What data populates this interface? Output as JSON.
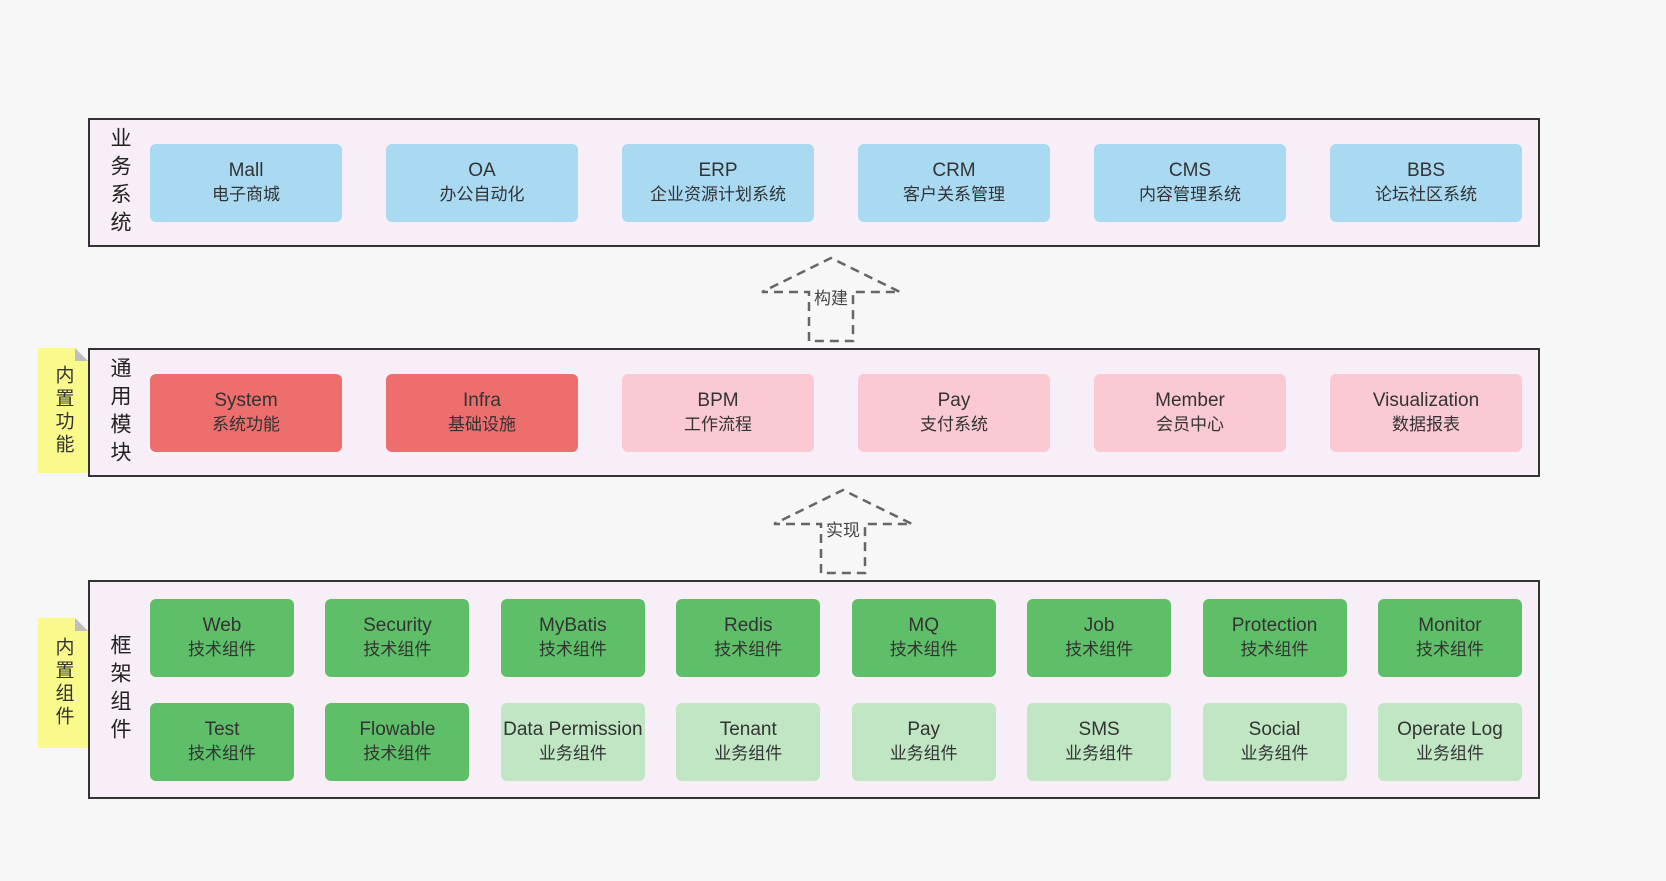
{
  "business": {
    "label": "业务系统",
    "items": [
      {
        "title": "Mall",
        "subtitle": "电子商城"
      },
      {
        "title": "OA",
        "subtitle": "办公自动化"
      },
      {
        "title": "ERP",
        "subtitle": "企业资源计划系统"
      },
      {
        "title": "CRM",
        "subtitle": "客户关系管理"
      },
      {
        "title": "CMS",
        "subtitle": "内容管理系统"
      },
      {
        "title": "BBS",
        "subtitle": "论坛社区系统"
      }
    ]
  },
  "arrows": {
    "build": "构建",
    "implement": "实现"
  },
  "modules": {
    "label": "通用模块",
    "sticky": "内置功能",
    "items": [
      {
        "title": "System",
        "subtitle": "系统功能",
        "variant": "red"
      },
      {
        "title": "Infra",
        "subtitle": "基础设施",
        "variant": "red"
      },
      {
        "title": "BPM",
        "subtitle": "工作流程",
        "variant": "pink"
      },
      {
        "title": "Pay",
        "subtitle": "支付系统",
        "variant": "pink"
      },
      {
        "title": "Member",
        "subtitle": "会员中心",
        "variant": "pink"
      },
      {
        "title": "Visualization",
        "subtitle": "数据报表",
        "variant": "pink"
      }
    ]
  },
  "components": {
    "label": "框架组件",
    "sticky": "内置组件",
    "row1": [
      {
        "title": "Web",
        "subtitle": "技术组件",
        "variant": "green-dark"
      },
      {
        "title": "Security",
        "subtitle": "技术组件",
        "variant": "green-dark"
      },
      {
        "title": "MyBatis",
        "subtitle": "技术组件",
        "variant": "green-dark"
      },
      {
        "title": "Redis",
        "subtitle": "技术组件",
        "variant": "green-dark"
      },
      {
        "title": "MQ",
        "subtitle": "技术组件",
        "variant": "green-dark"
      },
      {
        "title": "Job",
        "subtitle": "技术组件",
        "variant": "green-dark"
      },
      {
        "title": "Protection",
        "subtitle": "技术组件",
        "variant": "green-dark"
      },
      {
        "title": "Monitor",
        "subtitle": "技术组件",
        "variant": "green-dark"
      }
    ],
    "row2": [
      {
        "title": "Test",
        "subtitle": "技术组件",
        "variant": "green-dark"
      },
      {
        "title": "Flowable",
        "subtitle": "技术组件",
        "variant": "green-dark"
      },
      {
        "title": "Data Permission",
        "subtitle": "业务组件",
        "variant": "green-light"
      },
      {
        "title": "Tenant",
        "subtitle": "业务组件",
        "variant": "green-light"
      },
      {
        "title": "Pay",
        "subtitle": "业务组件",
        "variant": "green-light"
      },
      {
        "title": "SMS",
        "subtitle": "业务组件",
        "variant": "green-light"
      },
      {
        "title": "Social",
        "subtitle": "业务组件",
        "variant": "green-light"
      },
      {
        "title": "Operate Log",
        "subtitle": "业务组件",
        "variant": "green-light"
      }
    ]
  },
  "colors": {
    "page_bg": "#f7f7f7",
    "panel_bg": "#f8eef8",
    "panel_border": "#333333",
    "blue": "#a9daf2",
    "red": "#ee6d6d",
    "pink": "#fbc9d3",
    "green_dark": "#5fbf69",
    "green_light": "#c0e6c3",
    "sticky_yellow": "#fafa8c",
    "arrow_stroke": "#666666"
  }
}
